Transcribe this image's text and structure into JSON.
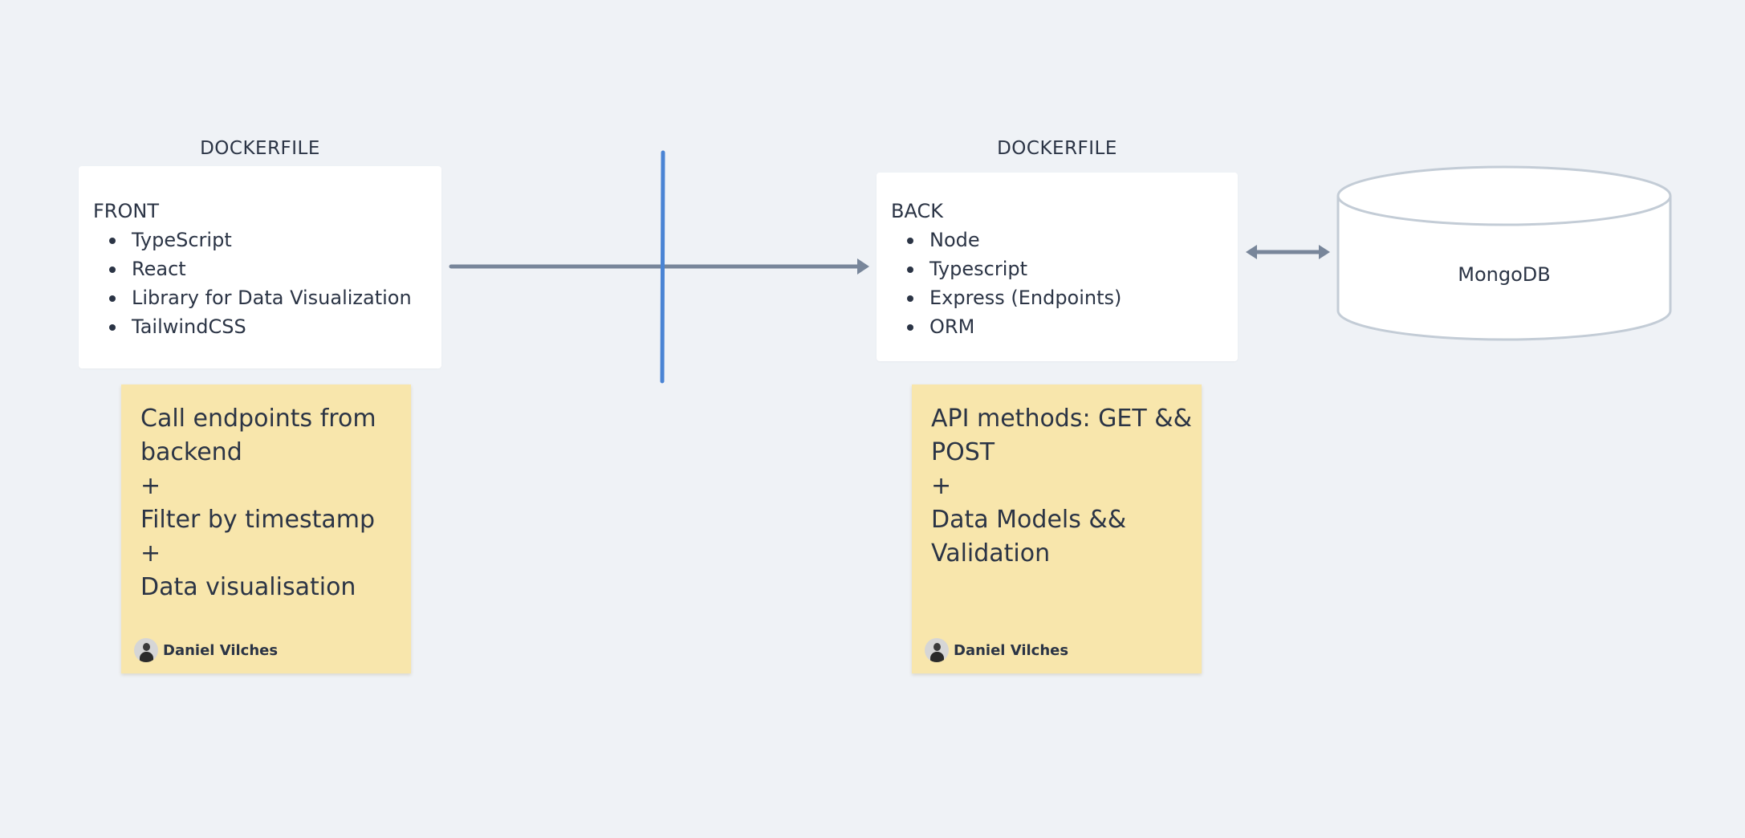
{
  "frames": {
    "front_label": "DOCKERFILE",
    "back_label": "DOCKERFILE"
  },
  "front_card": {
    "title": "FRONT",
    "items": [
      "TypeScript",
      "React",
      "Library for Data Visualization",
      "TailwindCSS"
    ]
  },
  "back_card": {
    "title": "BACK",
    "items": [
      "Node",
      "Typescript",
      "Express (Endpoints)",
      "ORM"
    ]
  },
  "database": {
    "label": "MongoDB"
  },
  "sticky_front": {
    "lines": [
      "Call endpoints from",
      "backend",
      "+",
      "Filter by timestamp",
      "+",
      "Data visualisation"
    ],
    "author": "Daniel Vilches"
  },
  "sticky_back": {
    "lines": [
      "API methods: GET &&",
      "POST",
      "+",
      "Data Models &&",
      "Validation"
    ],
    "author": "Daniel Vilches"
  },
  "colors": {
    "background": "#eff2f6",
    "connector": "#78869a",
    "divider": "#4a84d4",
    "sticky": "#f8e6ac",
    "db_stroke": "#c3ccd6"
  }
}
